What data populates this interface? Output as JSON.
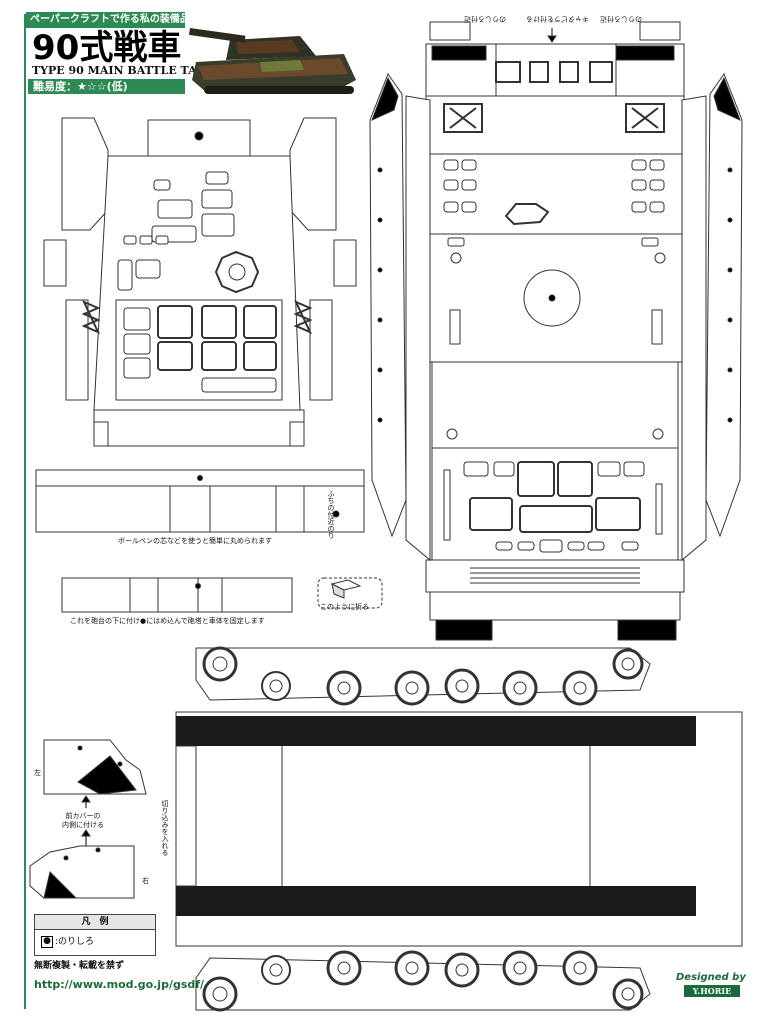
{
  "header": {
    "series_label": "ペーパークラフトで作る私の装備品",
    "title": "90式戦車",
    "subtitle": "TYPE 90 MAIN BATTLE TANK",
    "difficulty": "難易度：★☆☆(低)"
  },
  "instructions": {
    "roll_tip": "ボールペンの芯などを使うと簡単に丸められます",
    "fix_tip": "これを砲台の下に付け●にはめ込んで砲塔と車体を固定します",
    "fold_tip": "このように折る",
    "front_cover_tip": "前カバーの\n内側に付ける",
    "left_label": "左",
    "right_label": "右",
    "cut_tip": "切り込みを入れる",
    "glue_tag": "ふちの付近のり"
  },
  "top_labels": {
    "left": "のりしろ付近",
    "center": "キャタピラを付ける",
    "right": "のりしろ付近"
  },
  "legend": {
    "title": "凡　例",
    "glue_symbol": "●",
    "glue_label": ":のりしろ"
  },
  "footer": {
    "copyright": "無断複製・転載を禁ず",
    "url": "http://www.mod.go.jp/gsdf/",
    "designed_by": "Designed by",
    "designer": "Y.HORIE"
  },
  "colors": {
    "accent": "#2e8a55",
    "line": "#333333",
    "dark": "#1a1a1a"
  }
}
